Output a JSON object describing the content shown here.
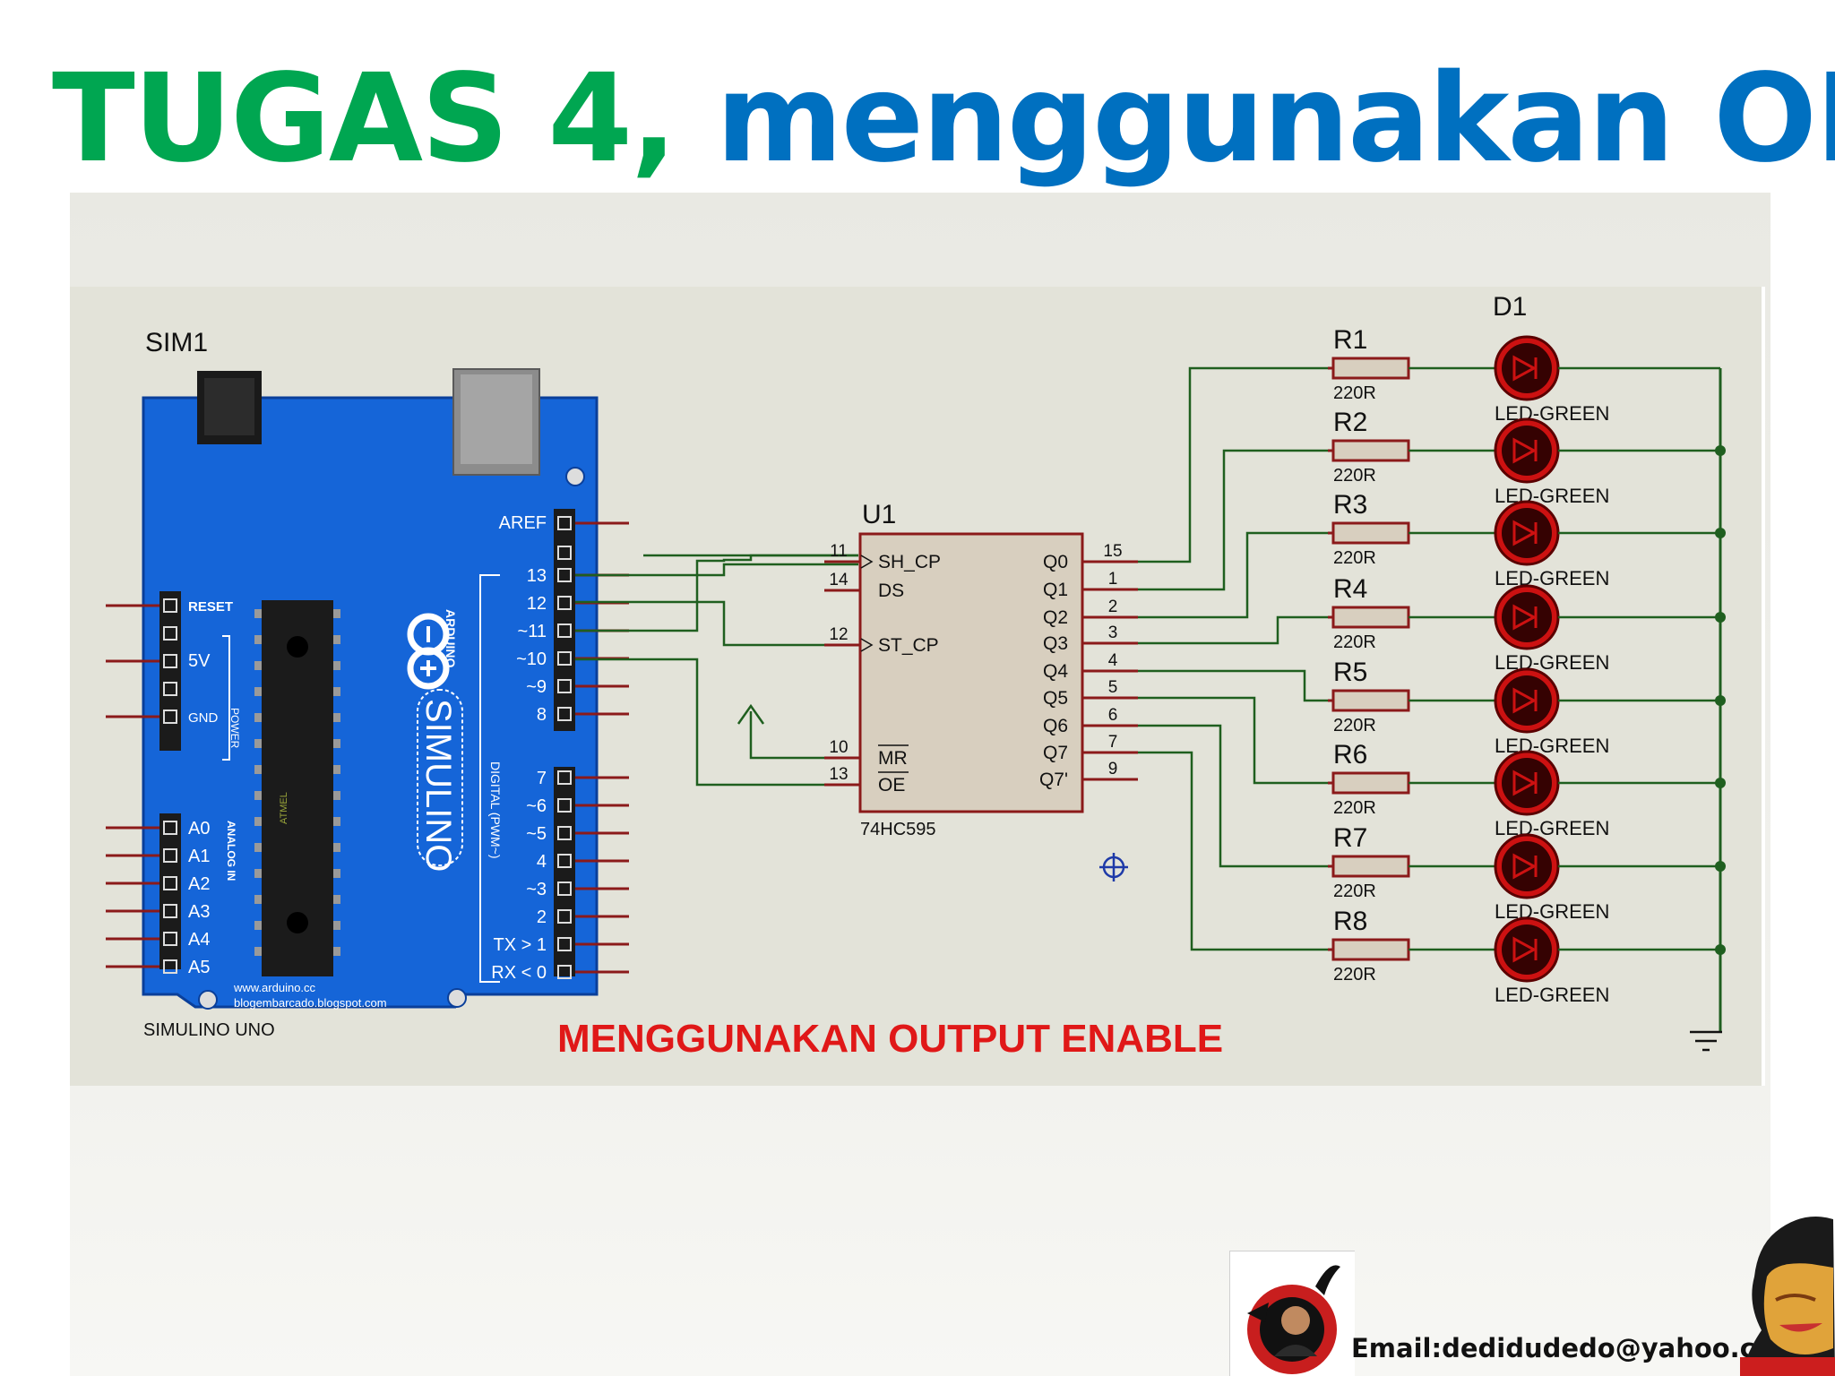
{
  "title": {
    "part1": "TUGAS 4,",
    "part2": "menggunakan OE"
  },
  "colors": {
    "title_green": "#00a651",
    "title_blue": "#0070c0",
    "board_blue": "#1565d8",
    "wire_green": "#1f5f1f",
    "chip_red": "#8b1a1a",
    "led_red": "#cc1111",
    "banner_red": "#e01818"
  },
  "schematic": {
    "arduino": {
      "ref": "SIM1",
      "model": "SIMULINO UNO",
      "logo_top": "ARDUINO",
      "logo_main": "SIMULINO",
      "chip_label": "ATMEL",
      "url1": "www.arduino.cc",
      "url2": "blogembarcado.blogspot.com",
      "aref": "AREF",
      "digital_high": [
        "13",
        "12",
        "~11",
        "~10",
        "~9",
        "8"
      ],
      "digital_low": [
        "7",
        "~6",
        "~5",
        "4",
        "~3",
        "2",
        "TX > 1",
        "RX < 0"
      ],
      "power_pins": [
        "RESET",
        "5V",
        "GND"
      ],
      "power_label": "POWER",
      "analog_pins": [
        "A0",
        "A1",
        "A2",
        "A3",
        "A4",
        "A5"
      ],
      "analog_label": "ANALOG IN",
      "digital_label": "DIGITAL (PWM~)"
    },
    "ic": {
      "ref": "U1",
      "part": "74HC595",
      "left_pins": [
        {
          "num": "11",
          "name": "SH_CP"
        },
        {
          "num": "14",
          "name": "DS"
        },
        {
          "num": "12",
          "name": "ST_CP"
        },
        {
          "num": "10",
          "name": "MR"
        },
        {
          "num": "13",
          "name": "OE"
        }
      ],
      "right_pins": [
        {
          "num": "15",
          "name": "Q0"
        },
        {
          "num": "1",
          "name": "Q1"
        },
        {
          "num": "2",
          "name": "Q2"
        },
        {
          "num": "3",
          "name": "Q3"
        },
        {
          "num": "4",
          "name": "Q4"
        },
        {
          "num": "5",
          "name": "Q5"
        },
        {
          "num": "6",
          "name": "Q6"
        },
        {
          "num": "7",
          "name": "Q7"
        },
        {
          "num": "9",
          "name": "Q7'"
        }
      ]
    },
    "resistors": [
      {
        "ref": "R1",
        "value": "220R"
      },
      {
        "ref": "R2",
        "value": "220R"
      },
      {
        "ref": "R3",
        "value": "220R"
      },
      {
        "ref": "R4",
        "value": "220R"
      },
      {
        "ref": "R5",
        "value": "220R"
      },
      {
        "ref": "R6",
        "value": "220R"
      },
      {
        "ref": "R7",
        "value": "220R"
      },
      {
        "ref": "R8",
        "value": "220R"
      }
    ],
    "leds": {
      "ref": "D1",
      "type": "LED-GREEN",
      "count": 8
    },
    "banner": "MENGGUNAKAN OUTPUT ENABLE"
  },
  "footer": {
    "email": "Email:dedidudedo@yahoo.com"
  }
}
